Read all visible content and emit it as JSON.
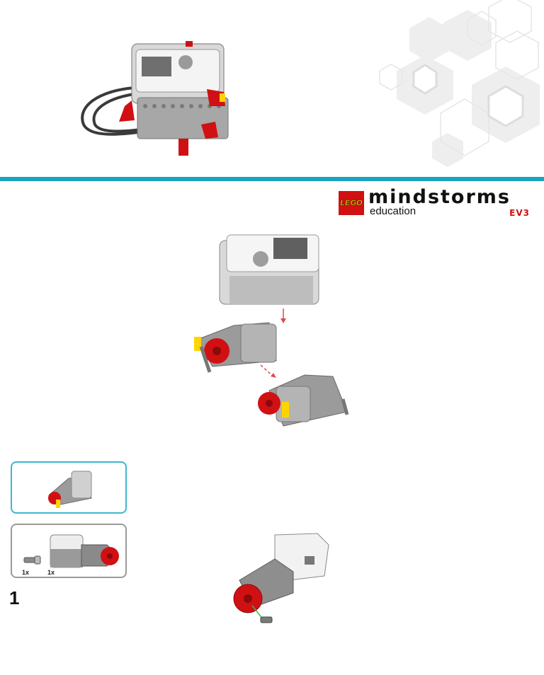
{
  "header": {
    "brand": "LEGO",
    "product": "mindstorms",
    "edition": "education",
    "platform": "EV3"
  },
  "step": {
    "number": "1",
    "parts_list": [
      {
        "qty": "1x",
        "part": "connector-peg-icon"
      },
      {
        "qty": "1x",
        "part": "large-motor-icon"
      }
    ]
  },
  "colors": {
    "accent": "#1aa3c0",
    "brick_red": "#d01012",
    "lego_yellow": "#ffd500"
  }
}
